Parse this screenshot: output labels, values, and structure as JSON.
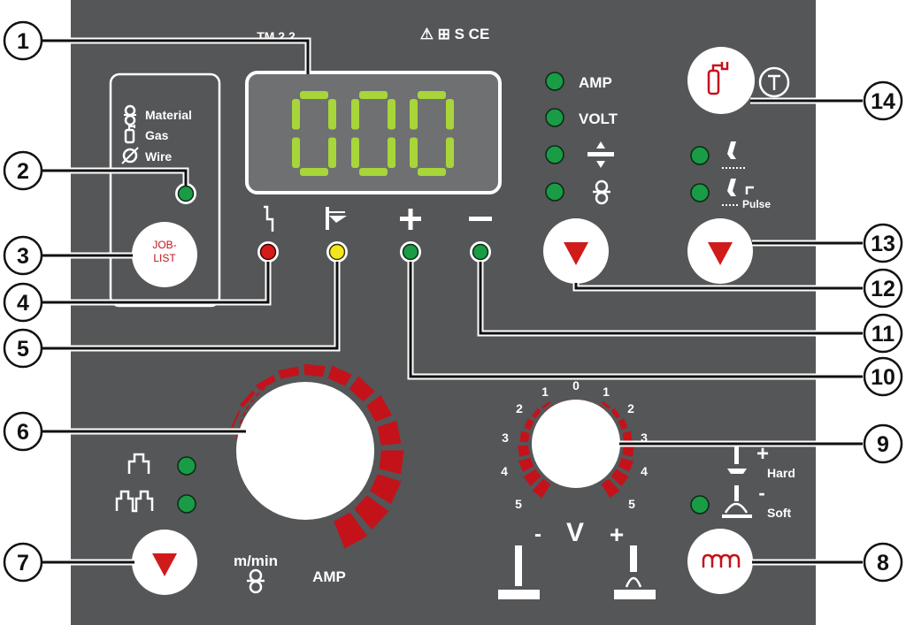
{
  "panel": {
    "model": "TM 2.2",
    "display_digits": "000",
    "cert_marks": "⚠ ⊞ S CE",
    "job_list": {
      "label_line1": "JOB-",
      "label_line2": "LIST"
    },
    "joblist_legend": [
      {
        "icon": "wire-spool-icon",
        "text": "Material"
      },
      {
        "icon": "gas-bottle-icon",
        "text": "Gas"
      },
      {
        "icon": "diameter-icon",
        "text": "Wire"
      }
    ],
    "mode_leds": [
      {
        "icon": "error-icon",
        "color": "#d61a1a"
      },
      {
        "icon": "temperature-icon",
        "color": "#f2e51a"
      },
      {
        "icon": "plus-icon",
        "color": "#1a9b45"
      },
      {
        "icon": "minus-icon",
        "color": "#1a9b45"
      }
    ],
    "display_select": {
      "amp": "AMP",
      "volt": "VOLT"
    },
    "process_select": {
      "pulse": "Pulse"
    },
    "main_knob": {
      "label_speed": "m/min",
      "label_amp": "AMP"
    },
    "voltage_knob": {
      "scale_left": [
        "1",
        "2",
        "3",
        "4",
        "5"
      ],
      "scale_right": [
        "1",
        "2",
        "3",
        "4",
        "5"
      ],
      "scale_zero": "0",
      "minus": "-",
      "v": "V",
      "plus": "+"
    },
    "choke": {
      "hard": "Hard",
      "soft": "Soft",
      "plus": "+",
      "minus": "-"
    },
    "trigger_modes": [
      {
        "icon": "2t-icon"
      },
      {
        "icon": "4t-icon"
      }
    ],
    "callouts": [
      "1",
      "2",
      "3",
      "4",
      "5",
      "6",
      "7",
      "8",
      "9",
      "10",
      "11",
      "12",
      "13",
      "14"
    ],
    "colors": {
      "panel": "#545658",
      "accent_red": "#c4121b",
      "led_green": "#1a9b45",
      "segment": "#a8d53a"
    }
  }
}
